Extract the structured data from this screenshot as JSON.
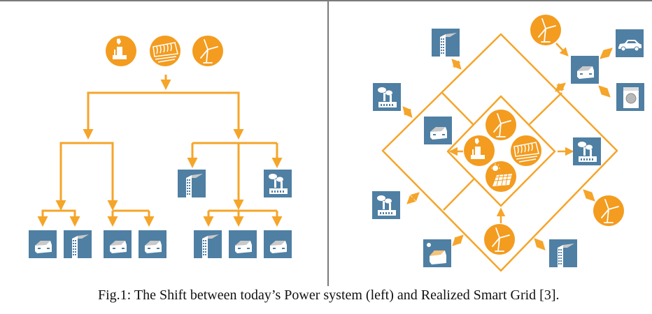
{
  "figure": {
    "caption": "Fig.1: The Shift between today’s Power system (left) and Realized Smart Grid [3].",
    "colors": {
      "power_line": "#f5a52a",
      "source_circle": "#f39c1f",
      "consumer_tile": "#4f7fa3",
      "glyph": "#ffffff",
      "frame": "#7a7a7a"
    }
  },
  "left_panel": {
    "title": "Today's power system",
    "layout": "hierarchical tree",
    "sources": [
      {
        "icon": "power-plant-icon",
        "label": "Power plant"
      },
      {
        "icon": "solar-thermal-icon",
        "label": "Solar thermal plant"
      },
      {
        "icon": "wind-turbine-icon",
        "label": "Wind turbine"
      }
    ],
    "branches": [
      {
        "side": "left",
        "sub_branches": [
          {
            "consumers": [
              {
                "icon": "house-icon"
              },
              {
                "icon": "office-building-icon"
              }
            ]
          },
          {
            "consumers": [
              {
                "icon": "house-icon"
              },
              {
                "icon": "house-icon"
              }
            ]
          }
        ]
      },
      {
        "side": "right",
        "direct_consumers": [
          {
            "icon": "office-building-icon"
          },
          {
            "icon": "factory-icon"
          }
        ],
        "sub_branches": [
          {
            "consumers": [
              {
                "icon": "office-building-icon"
              },
              {
                "icon": "house-icon"
              },
              {
                "icon": "house-icon"
              }
            ]
          }
        ]
      }
    ]
  },
  "right_panel": {
    "title": "Realized smart grid",
    "layout": "nested diamond mesh",
    "central_sources": [
      {
        "icon": "wind-turbine-icon",
        "position": "top"
      },
      {
        "icon": "power-plant-icon",
        "position": "left"
      },
      {
        "icon": "solar-thermal-icon",
        "position": "right"
      },
      {
        "icon": "solar-panel-icon",
        "position": "bottom"
      }
    ],
    "outer_nodes": [
      {
        "icon": "office-building-icon",
        "position": "top-left",
        "link": "bidirectional"
      },
      {
        "icon": "factory-icon",
        "position": "left-upper",
        "link": "bidirectional"
      },
      {
        "icon": "house-icon",
        "position": "left-inner",
        "link": "none"
      },
      {
        "icon": "wind-turbine-icon",
        "position": "top-right",
        "link": "to-house"
      },
      {
        "icon": "house-icon",
        "position": "right-hub",
        "link": "bidirectional"
      },
      {
        "icon": "car-icon",
        "position": "far-right-top",
        "link": "bidirectional"
      },
      {
        "icon": "washing-machine-icon",
        "position": "far-right-mid",
        "link": "bidirectional"
      },
      {
        "icon": "factory-icon",
        "position": "right",
        "link": "from-center"
      },
      {
        "icon": "factory-icon",
        "position": "left-lower",
        "link": "bidirectional"
      },
      {
        "icon": "wind-turbine-icon",
        "position": "right-lower",
        "link": "bidirectional"
      },
      {
        "icon": "wind-turbine-icon",
        "position": "bottom",
        "link": "to-center"
      },
      {
        "icon": "solar-house-icon",
        "position": "bottom-left",
        "link": "bidirectional"
      },
      {
        "icon": "office-building-icon",
        "position": "bottom-right",
        "link": "bidirectional"
      }
    ]
  }
}
